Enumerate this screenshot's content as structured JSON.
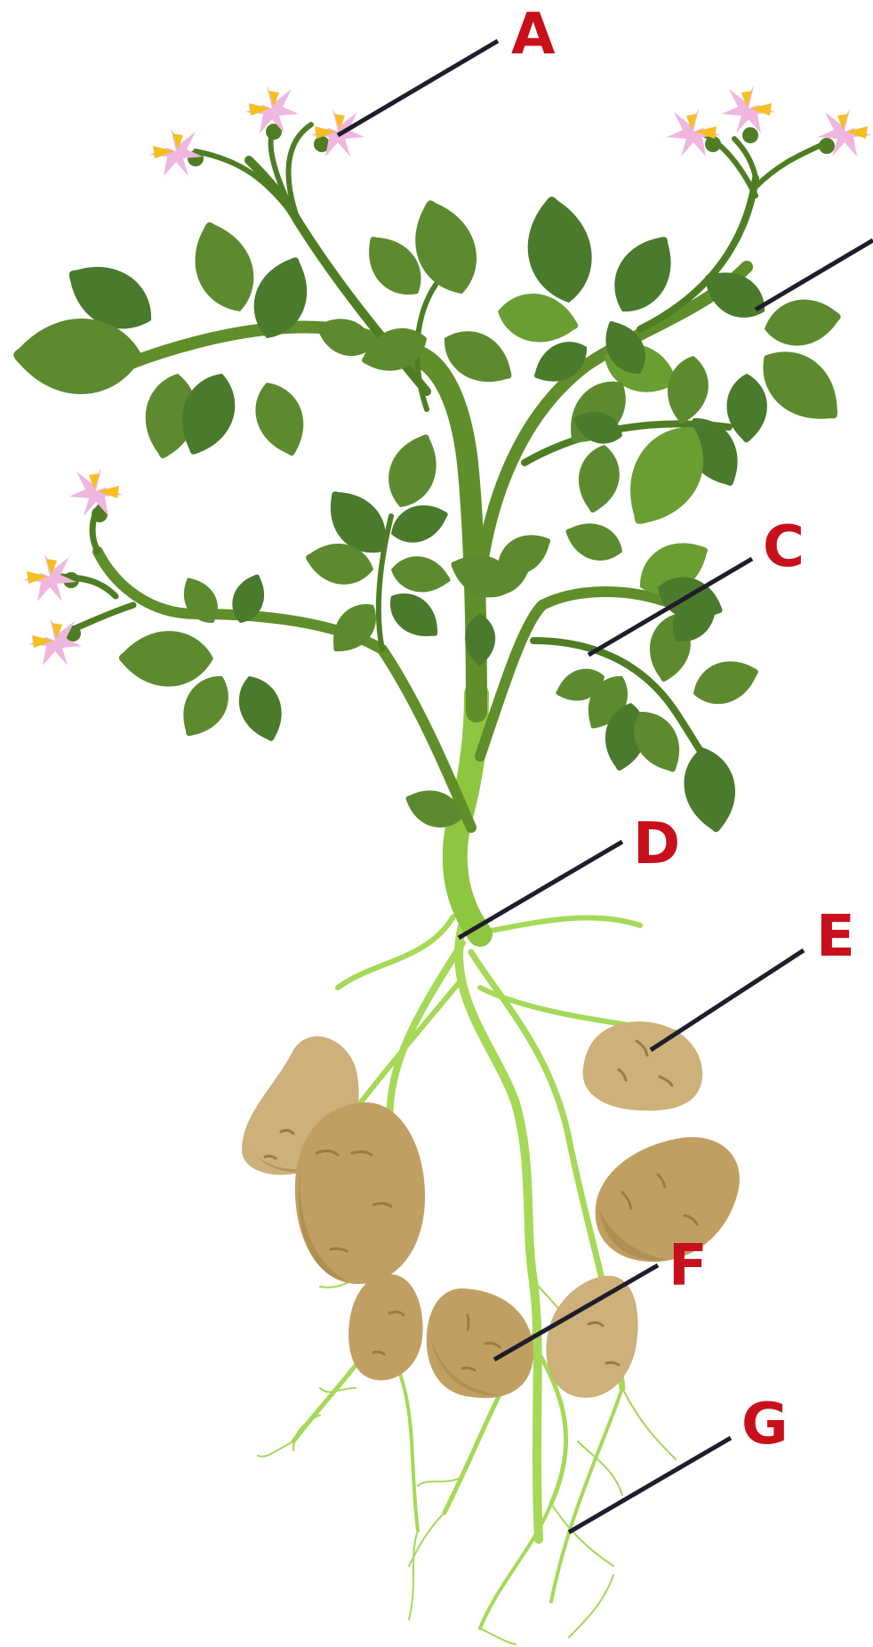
{
  "diagram": {
    "labels": [
      {
        "id": "A",
        "text": "A"
      },
      {
        "id": "B",
        "text": ""
      },
      {
        "id": "C",
        "text": "C"
      },
      {
        "id": "D",
        "text": "D"
      },
      {
        "id": "E",
        "text": "E"
      },
      {
        "id": "F",
        "text": "F"
      },
      {
        "id": "G",
        "text": "G"
      }
    ],
    "colors": {
      "label": "#c8101c",
      "leader_line": "#1f1d2b",
      "leaf_dark": "#4a7a2b",
      "leaf_mid": "#5e8a2f",
      "stem": "#5f8e2a",
      "root": "#a5d957",
      "tuber": "#c19f63",
      "petal": "#efb7df",
      "anther": "#f4bf1f"
    }
  }
}
